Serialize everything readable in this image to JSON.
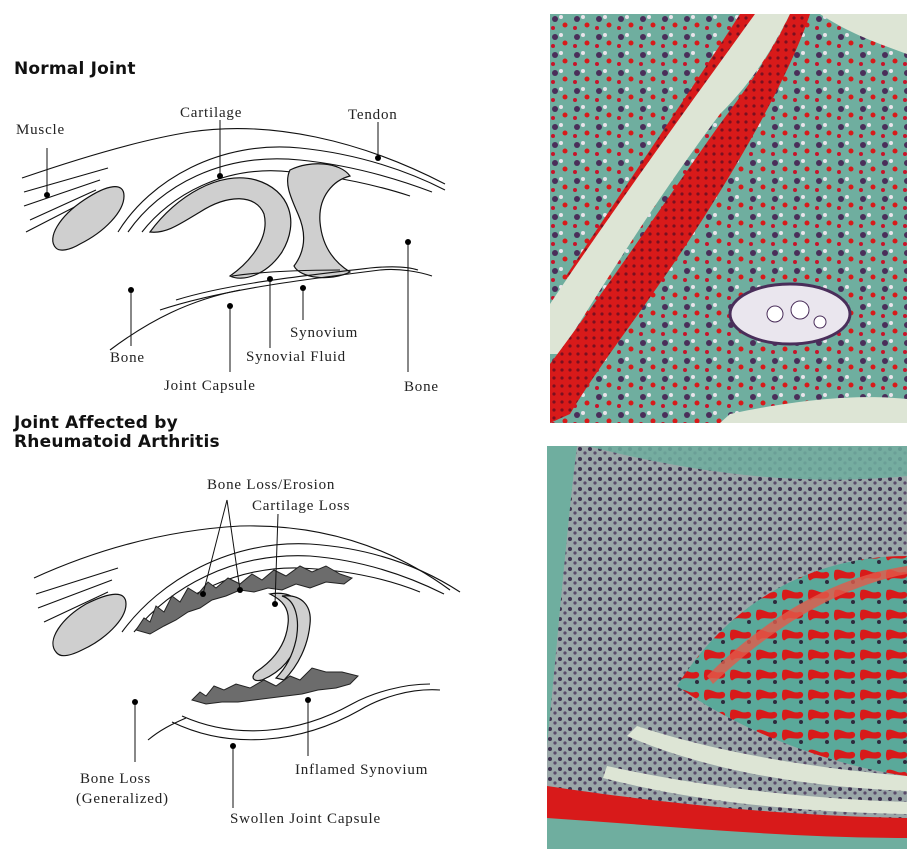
{
  "normal": {
    "title": "Normal Joint",
    "labels": {
      "muscle": "Muscle",
      "cartilage": "Cartilage",
      "tendon": "Tendon",
      "bone_left": "Bone",
      "joint_capsule": "Joint Capsule",
      "synovium": "Synovium",
      "synovial_fluid": "Synovial Fluid",
      "bone_right": "Bone"
    }
  },
  "ra": {
    "title_line1": "Joint Affected by",
    "title_line2": "Rheumatoid Arthritis",
    "labels": {
      "bone_loss_erosion": "Bone Loss/Erosion",
      "cartilage_loss": "Cartilage Loss",
      "bone_loss_generalized_1": "Bone Loss",
      "bone_loss_generalized_2": "(Generalized)",
      "inflamed_synovium": "Inflamed Synovium",
      "swollen_joint_capsule": "Swollen Joint Capsule"
    }
  },
  "colors": {
    "cartilage_stain": "#d81a1a",
    "matrix_stain": "#5aa99a",
    "cell_stain": "#4a2e5a",
    "fluid": "#dde5d5"
  }
}
